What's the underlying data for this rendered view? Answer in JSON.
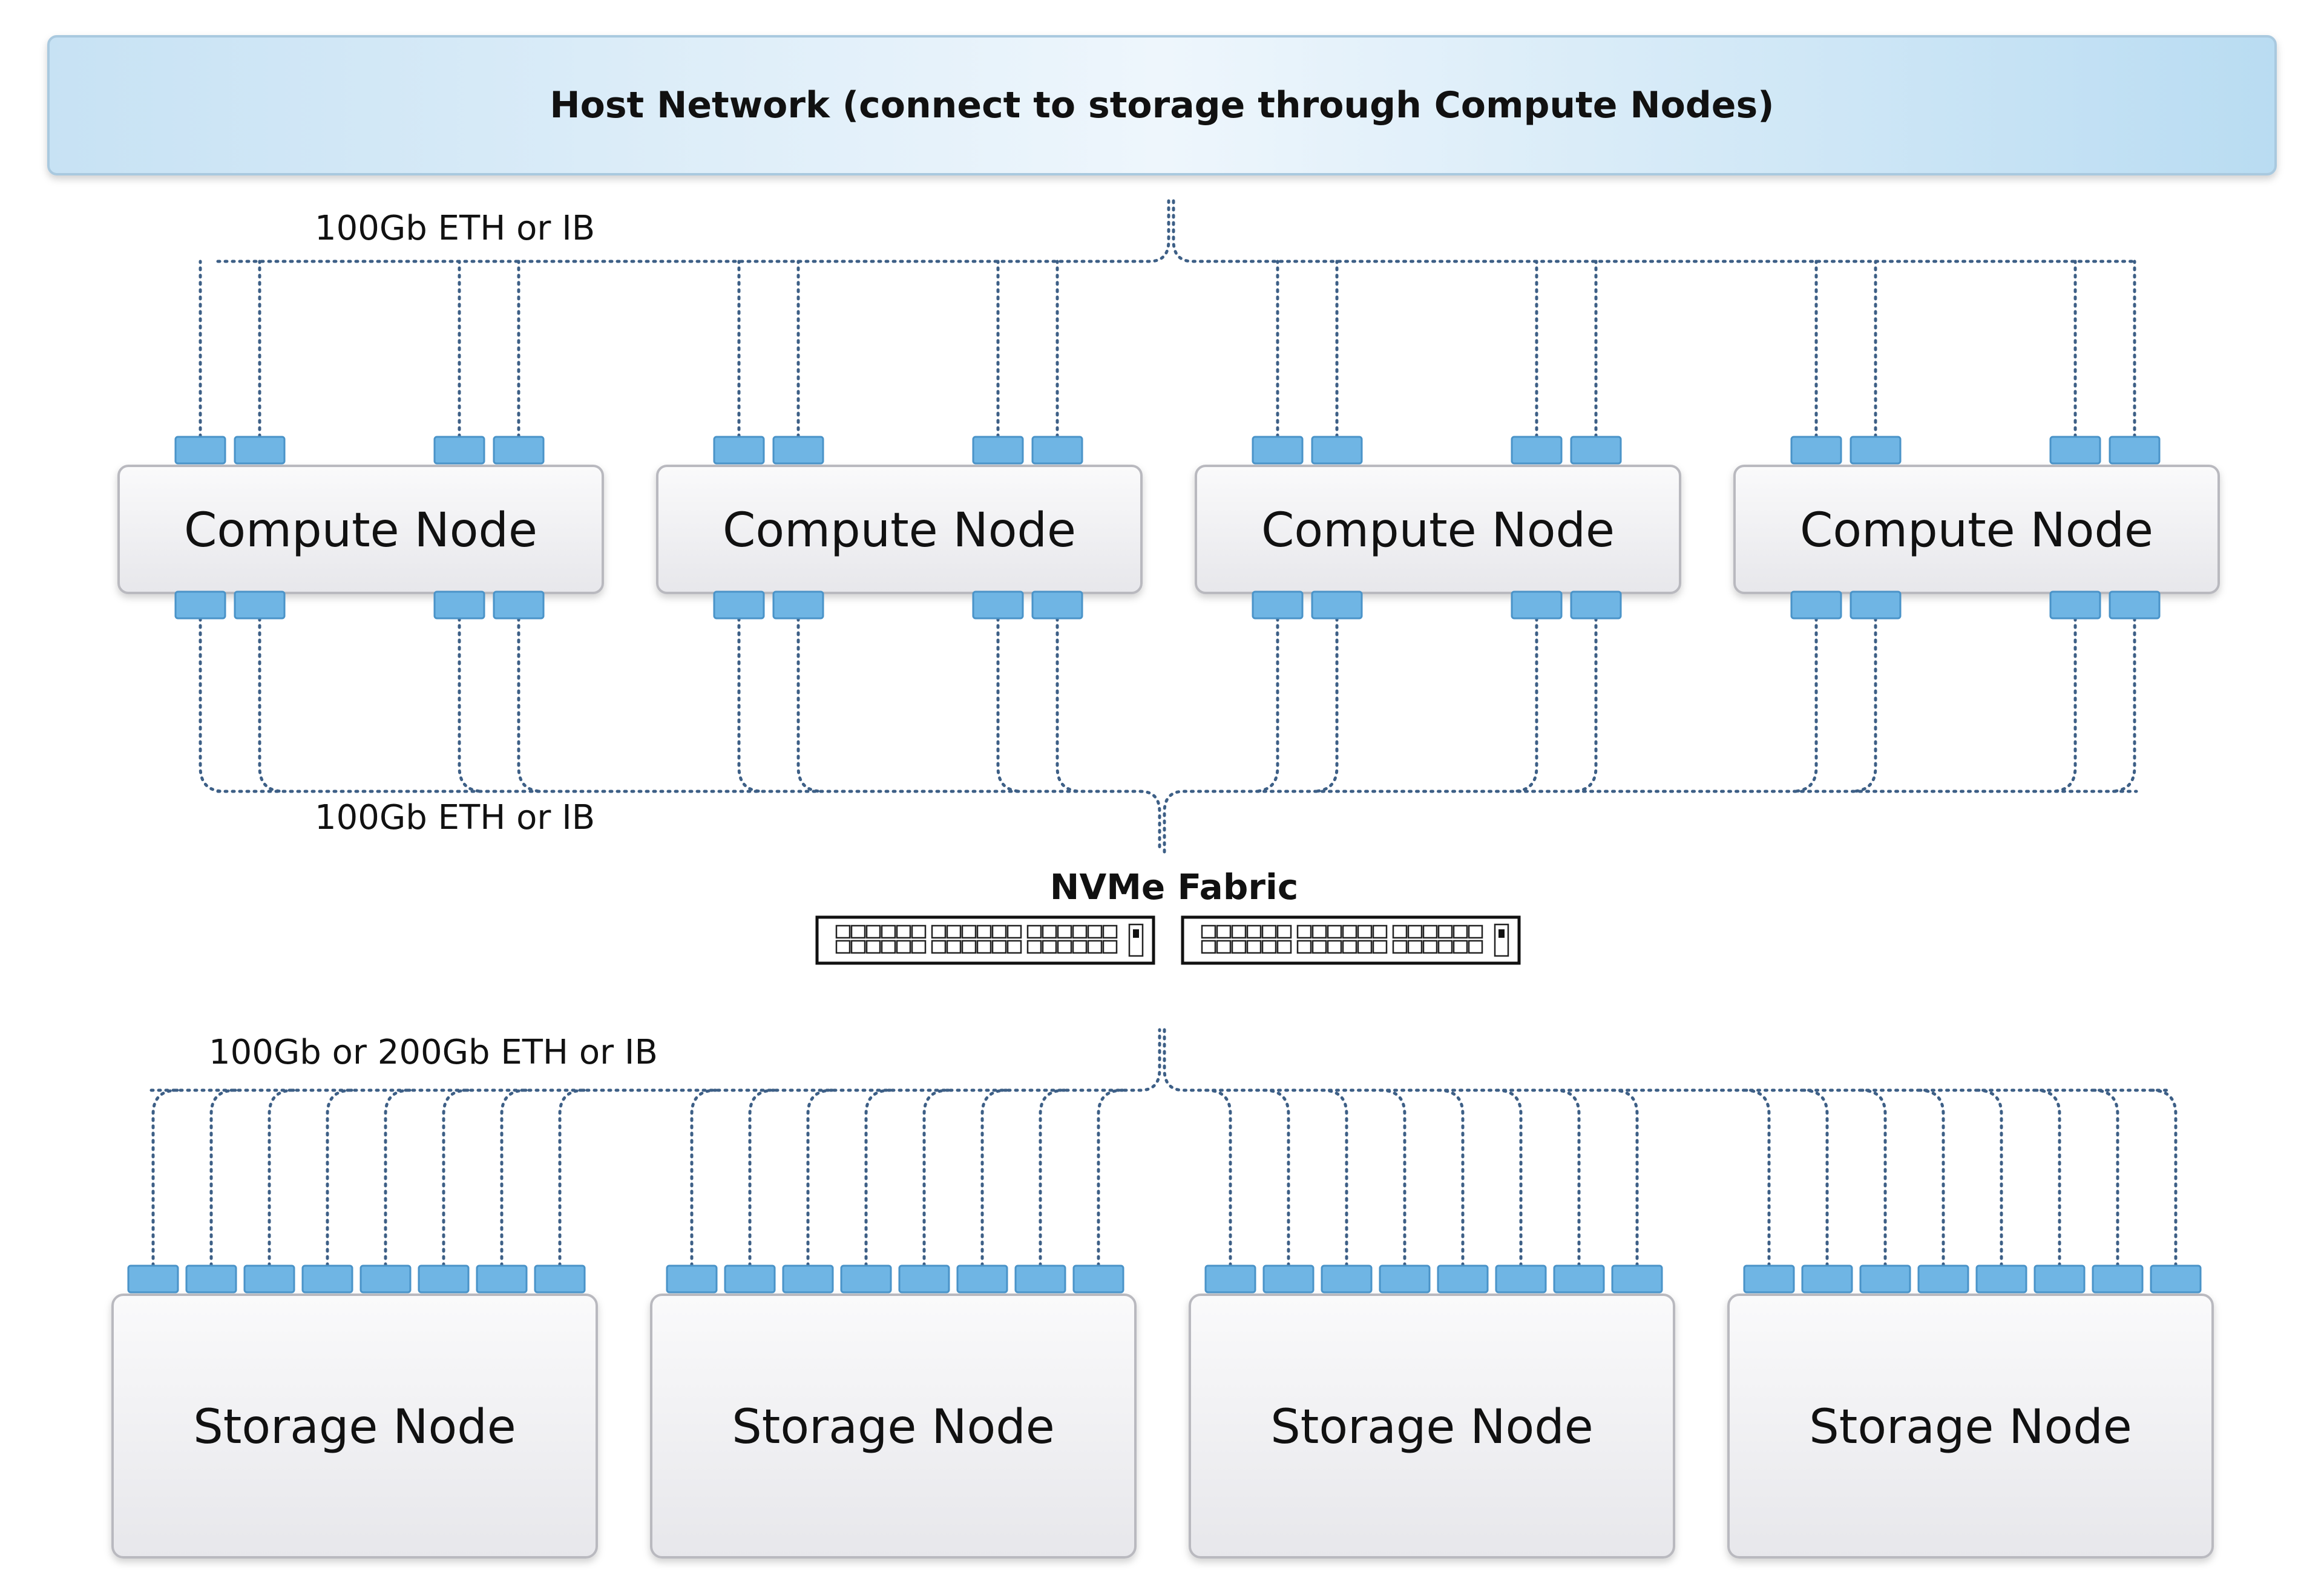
{
  "host_network": {
    "label": "Host Network (connect to storage through Compute Nodes)"
  },
  "links": {
    "host_to_compute": "100Gb ETH or IB",
    "compute_to_fabric": "100Gb ETH or IB",
    "fabric_to_storage": "100Gb or 200Gb ETH or IB"
  },
  "fabric": {
    "label": "NVMe Fabric",
    "switch_count": 2
  },
  "compute_nodes": [
    {
      "label": "Compute Node"
    },
    {
      "label": "Compute Node"
    },
    {
      "label": "Compute Node"
    },
    {
      "label": "Compute Node"
    }
  ],
  "storage_nodes": [
    {
      "label": "Storage Node"
    },
    {
      "label": "Storage Node"
    },
    {
      "label": "Storage Node"
    },
    {
      "label": "Storage Node"
    }
  ],
  "colors": {
    "banner_start": "#c9e3f4",
    "banner_end": "#eef6fc",
    "port": "#6fb5e4",
    "wire": "#3d5f86",
    "node_fill": "#f0f0f3"
  }
}
